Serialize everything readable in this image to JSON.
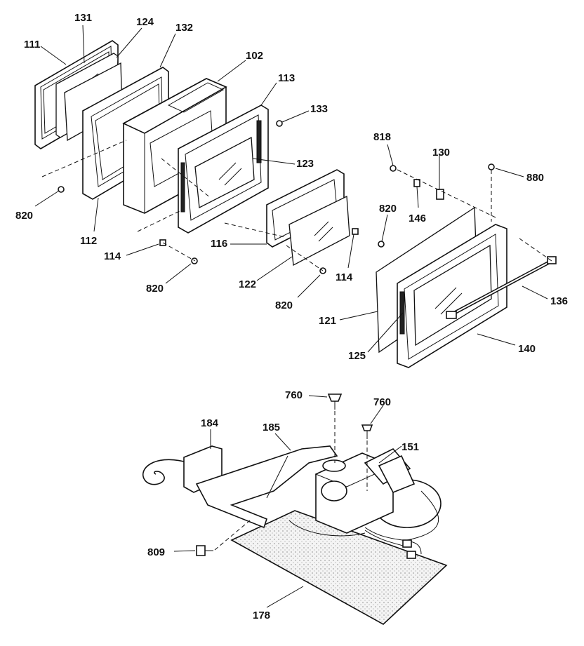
{
  "callouts": {
    "c111": "111",
    "c131": "131",
    "c124": "124",
    "c132": "132",
    "c102": "102",
    "c113": "113",
    "c133": "133",
    "c123": "123",
    "c820a": "820",
    "c112": "112",
    "c114a": "114",
    "c820b": "820",
    "c116": "116",
    "c122": "122",
    "c820c": "820",
    "c114b": "114",
    "c818": "818",
    "c130": "130",
    "c880": "880",
    "c820d": "820",
    "c146": "146",
    "c121": "121",
    "c125": "125",
    "c140": "140",
    "c136": "136",
    "c760a": "760",
    "c760b": "760",
    "c184": "184",
    "c185": "185",
    "c151": "151",
    "c809": "809",
    "c178": "178"
  },
  "icons": {
    "screw": "screw-icon",
    "glass": "glass-panel-icon"
  }
}
